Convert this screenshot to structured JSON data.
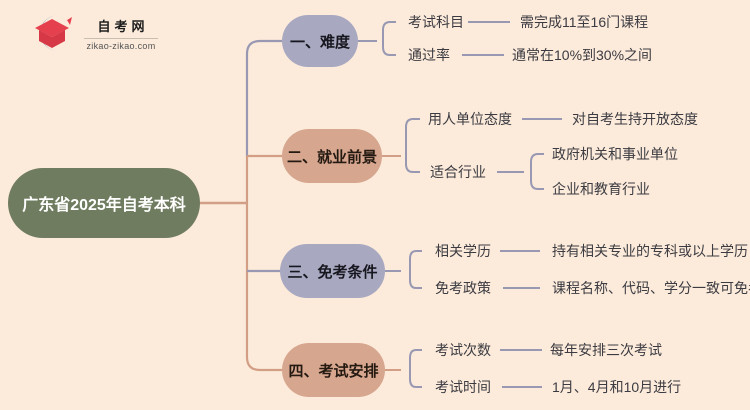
{
  "colors": {
    "background": "#fcebdb",
    "root_node": "#6f7c5f",
    "root_text": "#ffffff",
    "branch_lavender": "#a8a8c1",
    "branch_tan": "#d7a68e",
    "line_gray": "#9898b3",
    "line_salmon": "#d39e86",
    "label_text": "#3b3b41",
    "logo_red": "#e5404e",
    "logo_blue": "#1565ad"
  },
  "logo": {
    "site_name": "自考网",
    "site_url": "zikao-zikao.com"
  },
  "root": {
    "label": "广东省2025年自考本科"
  },
  "branches": [
    {
      "label": "一、难度",
      "children": [
        {
          "label": "考试科目",
          "leaves": [
            "需完成11至16门课程"
          ]
        },
        {
          "label": "通过率",
          "leaves": [
            "通常在10%到30%之间"
          ]
        }
      ]
    },
    {
      "label": "二、就业前景",
      "children": [
        {
          "label": "用人单位态度",
          "leaves": [
            "对自考生持开放态度"
          ]
        },
        {
          "label": "适合行业",
          "leaves": [
            "政府机关和事业单位",
            "企业和教育行业"
          ]
        }
      ]
    },
    {
      "label": "三、免考条件",
      "children": [
        {
          "label": "相关学历",
          "leaves": [
            "持有相关专业的专科或以上学历"
          ]
        },
        {
          "label": "免考政策",
          "leaves": [
            "课程名称、代码、学分一致可免考"
          ]
        }
      ]
    },
    {
      "label": "四、考试安排",
      "children": [
        {
          "label": "考试次数",
          "leaves": [
            "每年安排三次考试"
          ]
        },
        {
          "label": "考试时间",
          "leaves": [
            "1月、4月和10月进行"
          ]
        }
      ]
    }
  ]
}
